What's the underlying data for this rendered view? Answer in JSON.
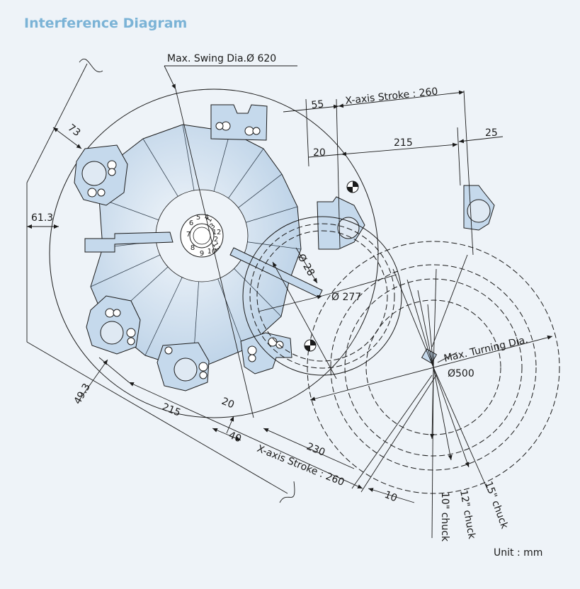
{
  "title": "Interference Diagram",
  "labels": {
    "max_swing": "Max. Swing Dia.Ø 620",
    "x_stroke_top": "X-axis Stroke : 260",
    "d55": "55",
    "d20_top": "20",
    "d215_top": "215",
    "d25": "25",
    "d73": "73",
    "d61": "61.3",
    "d49": "49.3",
    "d28": "Ø 28",
    "d277": "Ø 277",
    "max_turning": "Max. Turning Dia.",
    "d500": "Ø500",
    "d215_bot": "215",
    "d20_bot": "20",
    "d40": "40",
    "d230": "230",
    "x_stroke_bot": "X-axis Stroke : 260",
    "d10": "10",
    "chuck10": "10\" chuck",
    "chuck12": "12\" chuck",
    "chuck15": "15\" chuck",
    "unit": "Unit : mm"
  },
  "turret_positions": [
    "1",
    "2",
    "3",
    "4",
    "5",
    "6",
    "7",
    "8",
    "9",
    "10",
    "11",
    "12"
  ],
  "colors": {
    "title": "#7bb3d6",
    "background": "#eef3f8",
    "turret_fill": "#c5d9ec",
    "line": "#1a1a1a"
  }
}
